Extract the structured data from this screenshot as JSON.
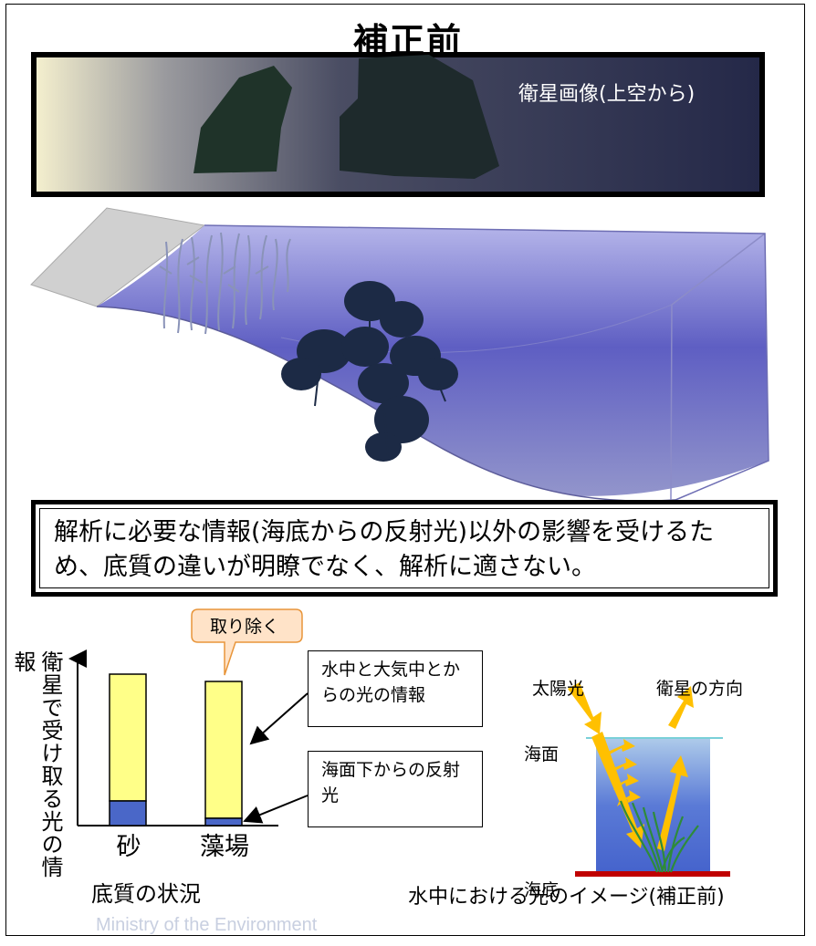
{
  "title": "補正前",
  "satellite_image": {
    "caption": "衛星画像(上空から)"
  },
  "statement": "解析に必要な情報(海底からの反射光)以外の影響を受けるため、底質の違いが明瞭でなく、解析に適さない。",
  "bar_chart": {
    "y_axis_label": "衛星で受け取る光の情報",
    "x_axis_label": "底質の状況",
    "categories": [
      "砂",
      "藻場"
    ],
    "callout": "取り除く",
    "legend_water_air": "水中と大気中とからの光の情報",
    "legend_reflect": "海面下からの反射光",
    "colors": {
      "water_air": "#ffff88",
      "reflect": "#4a67c8"
    }
  },
  "light_diagram": {
    "sunlight": "太陽光",
    "satellite_direction": "衛星の方向",
    "sea_surface": "海面",
    "sea_floor": "海底",
    "caption": "水中における光のイメージ(補正前)",
    "colors": {
      "arrow": "#ffc000",
      "water": "#5a7ad6",
      "floor": "#c00000",
      "grass": "#2e8b3a"
    }
  },
  "watermark": "Ministry of the Environment"
}
